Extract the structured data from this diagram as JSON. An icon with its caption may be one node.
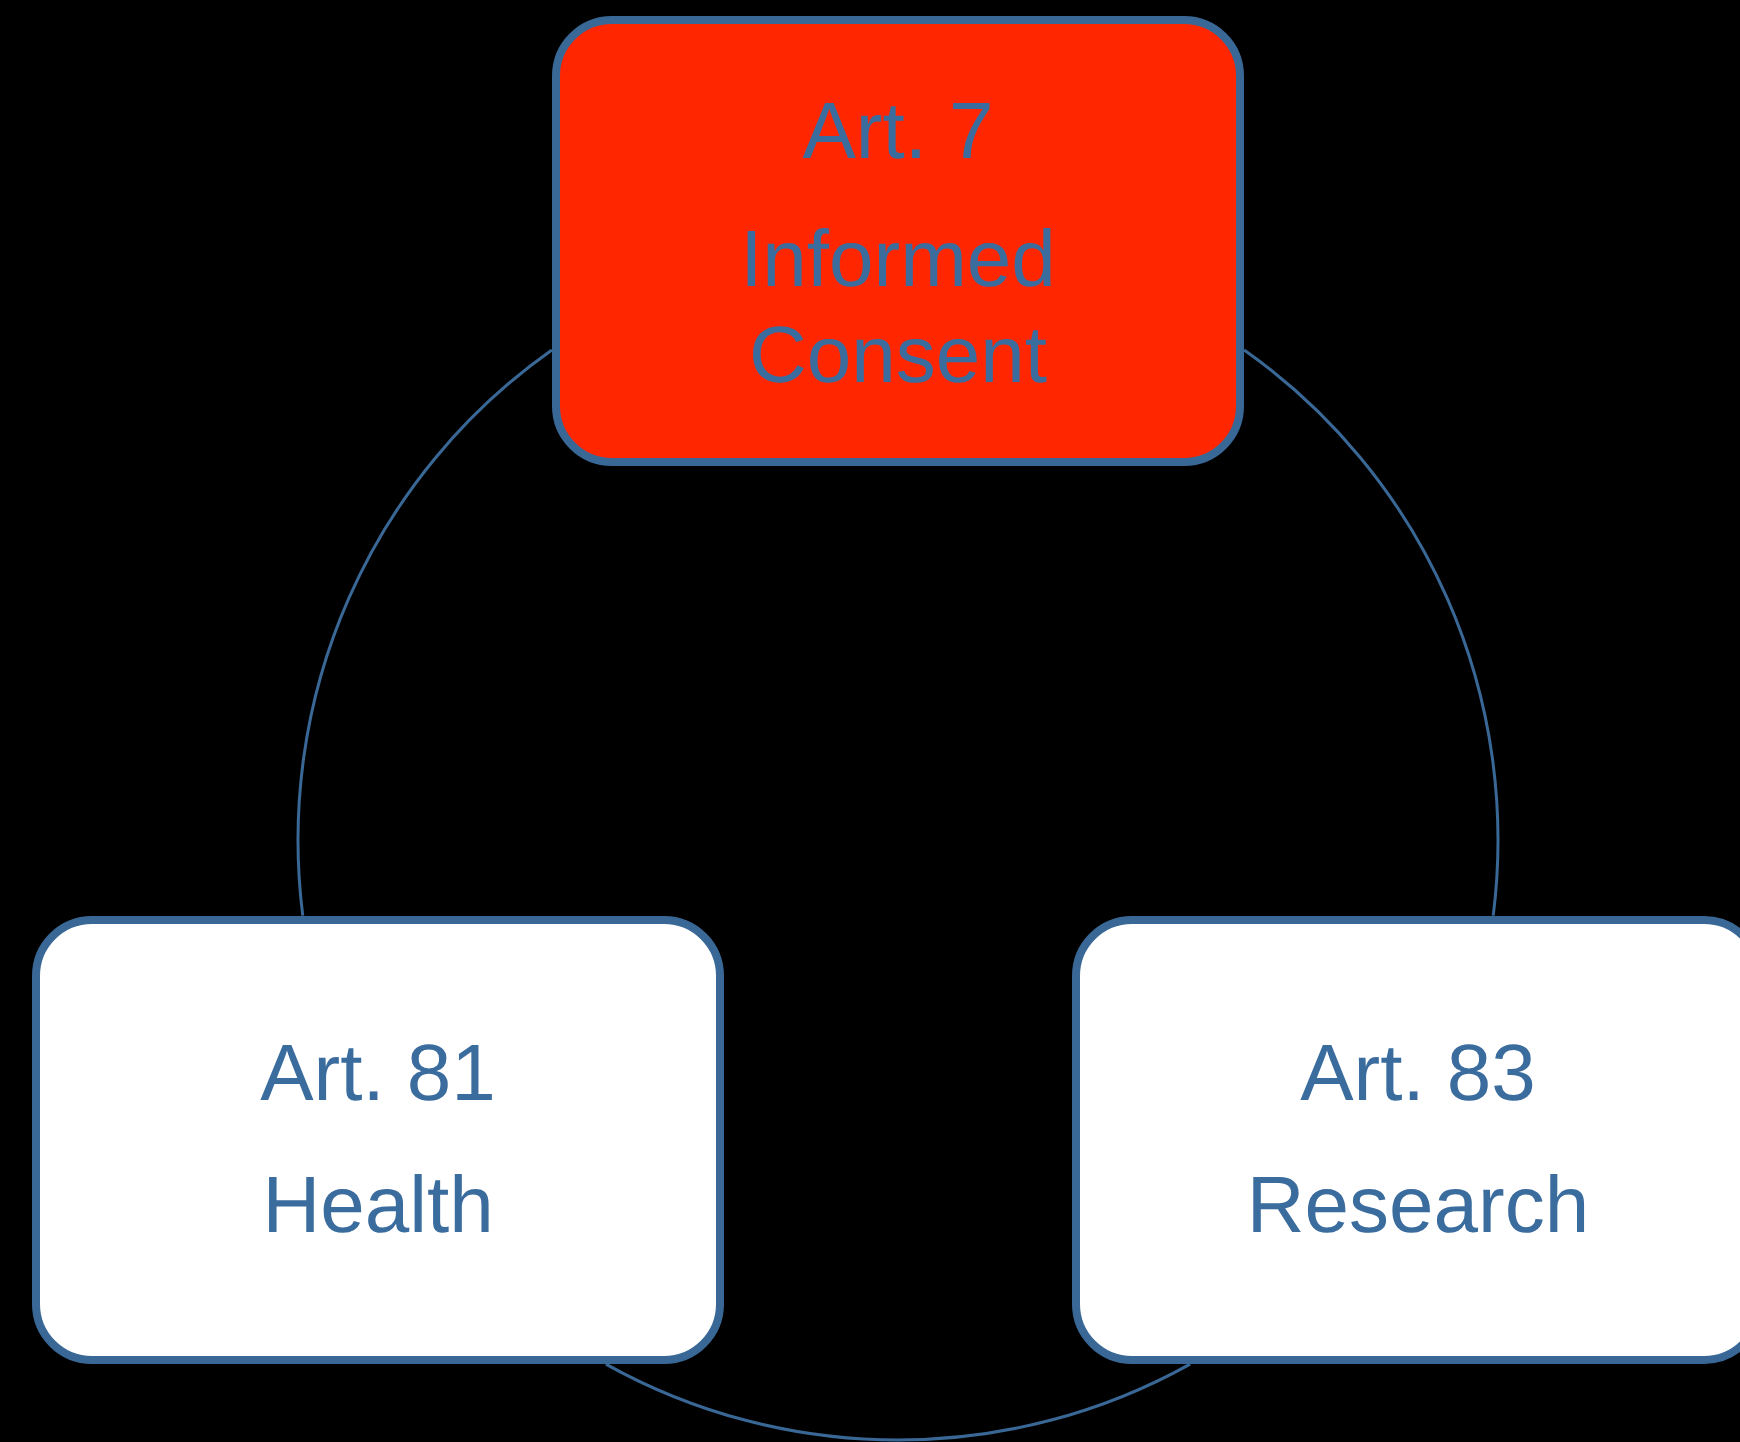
{
  "diagram": {
    "nodes": [
      {
        "text": [
          "Art. 7",
          "Informed Consent"
        ]
      },
      {
        "text": [
          "Art. 81",
          "Health"
        ]
      },
      {
        "text": [
          "Art. 83",
          "Research"
        ]
      }
    ],
    "edges": [
      {
        "from": 0,
        "to": 2,
        "arrow": "none"
      },
      {
        "from": 2,
        "to": 1,
        "arrow": "none"
      },
      {
        "from": 1,
        "to": 0,
        "arrow": "none"
      }
    ]
  }
}
